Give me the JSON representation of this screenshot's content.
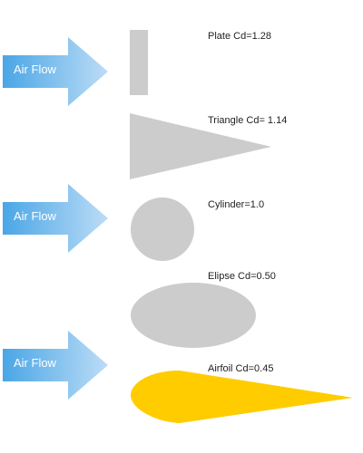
{
  "arrows": [
    {
      "label": "Air Flow"
    },
    {
      "label": "Air Flow"
    },
    {
      "label": "Air Flow"
    }
  ],
  "shapes": [
    {
      "name": "plate",
      "label": "Plate Cd=1.28"
    },
    {
      "name": "triangle",
      "label": "Triangle Cd= 1.14"
    },
    {
      "name": "cylinder",
      "label": "Cylinder=1.0"
    },
    {
      "name": "ellipse",
      "label": "Elipse Cd=0.50"
    },
    {
      "name": "airfoil",
      "label": "Airfoil Cd=0.45"
    }
  ],
  "colors": {
    "shape_gray": "#cccccc",
    "airfoil": "#ffcc00",
    "arrow_dark": "#4aa6e6",
    "arrow_light": "#bcdcf6"
  }
}
